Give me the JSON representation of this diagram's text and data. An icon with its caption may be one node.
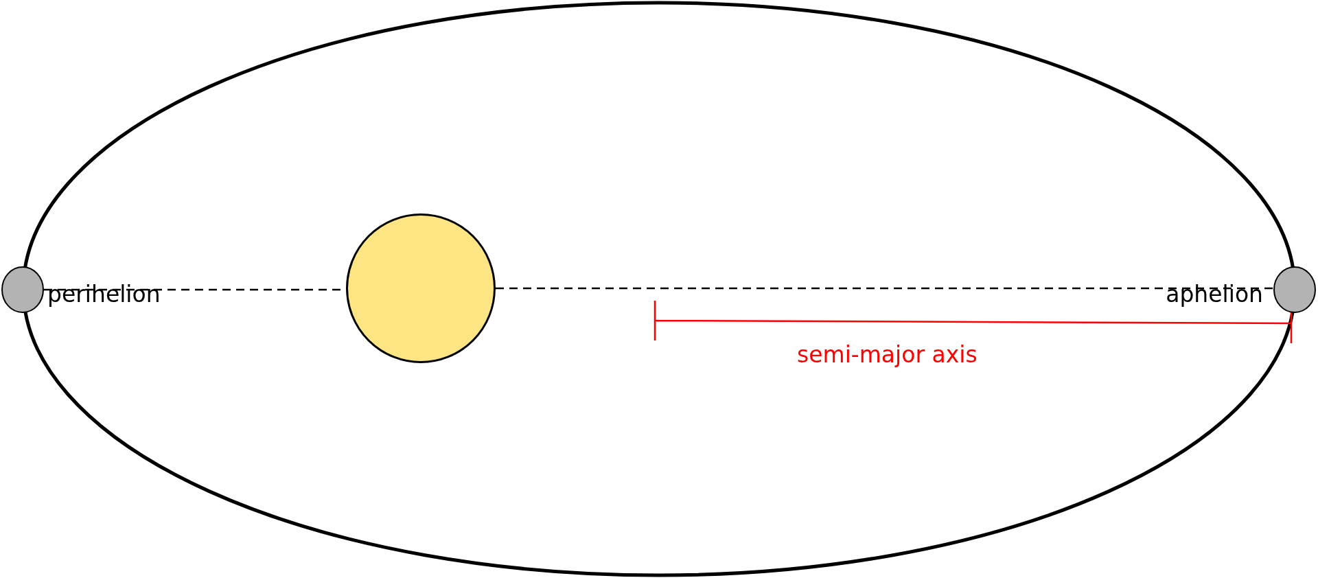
{
  "diagram": {
    "nodes": [
      {
        "text": [],
        "shape": "circle",
        "beside": [
          "perihelion"
        ]
      },
      {
        "text": [],
        "shape": "circle"
      },
      {
        "text": [],
        "shape": "circle",
        "beside": [
          "aphelion"
        ]
      }
    ],
    "edges": [
      {
        "from": 0,
        "to": 1,
        "arrow": "none",
        "style": "dashed"
      },
      {
        "from": 1,
        "to": 2,
        "arrow": "none",
        "style": "dashed"
      }
    ],
    "labels": [
      "semi-major axis"
    ]
  }
}
